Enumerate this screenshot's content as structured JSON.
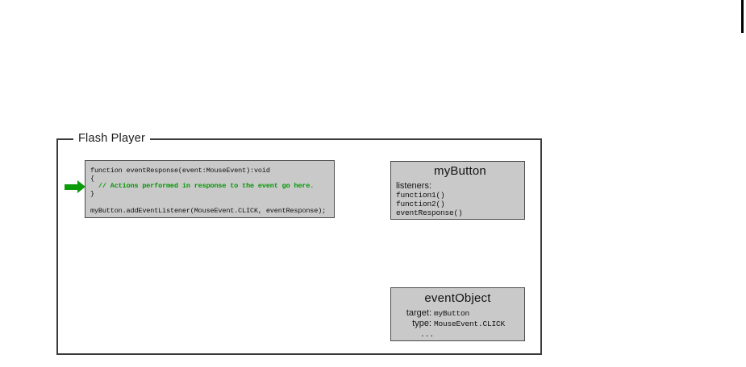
{
  "flash_player": {
    "label": "Flash Player"
  },
  "code_block": {
    "lines": [
      {
        "text": "function eventResponse(event:MouseEvent):void",
        "type": "code"
      },
      {
        "text": "{",
        "type": "code"
      },
      {
        "text": "  // Actions performed in response to the event go here.",
        "type": "comment"
      },
      {
        "text": "}",
        "type": "code"
      },
      {
        "text": "",
        "type": "blank"
      },
      {
        "text": "myButton.addEventListener(MouseEvent.CLICK, eventResponse);",
        "type": "code"
      }
    ]
  },
  "my_button_box": {
    "title": "myButton",
    "listeners_label": "listeners:",
    "listeners": [
      "function1()",
      "function2()",
      "eventResponse()"
    ]
  },
  "event_object_box": {
    "title": "eventObject",
    "fields": [
      {
        "label": "target:",
        "value": "myButton"
      },
      {
        "label": "type:",
        "value": "MouseEvent.CLICK"
      }
    ],
    "ellipsis": "..."
  },
  "icons": {
    "arrow": "green-right-arrow"
  },
  "colors": {
    "box_fill": "#c9c9c9",
    "box_border": "#4b4b4b",
    "outer_border": "#3a3a3a",
    "comment_green": "#009900",
    "arrow_green": "#0b9b0b",
    "edge_line": "#000000"
  }
}
